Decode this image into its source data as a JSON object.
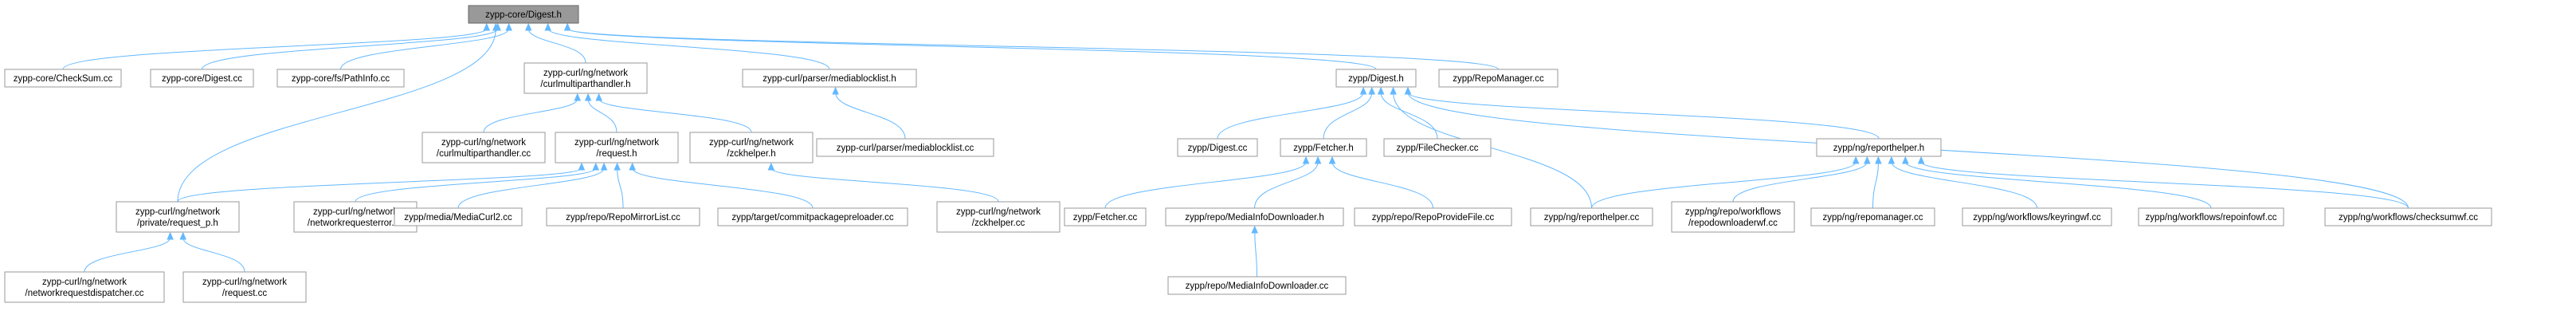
{
  "graph": {
    "nodes": [
      {
        "id": "n0",
        "lines": [
          "zypp-core/Digest.h"
        ],
        "root": true
      },
      {
        "id": "n1",
        "lines": [
          "zypp-core/CheckSum.cc"
        ]
      },
      {
        "id": "n2",
        "lines": [
          "zypp-core/Digest.cc"
        ]
      },
      {
        "id": "n3",
        "lines": [
          "zypp-core/fs/PathInfo.cc"
        ]
      },
      {
        "id": "n4",
        "lines": [
          "zypp-curl/ng/network",
          "/curlmultiparthandler.h"
        ]
      },
      {
        "id": "n5",
        "lines": [
          "zypp-curl/parser/mediablocklist.h"
        ]
      },
      {
        "id": "n6",
        "lines": [
          "zypp/Digest.h"
        ]
      },
      {
        "id": "n7",
        "lines": [
          "zypp/RepoManager.cc"
        ]
      },
      {
        "id": "n8",
        "lines": [
          "zypp-curl/ng/network",
          "/curlmultiparthandler.cc"
        ]
      },
      {
        "id": "n9",
        "lines": [
          "zypp-curl/ng/network",
          "/request.h"
        ]
      },
      {
        "id": "n10",
        "lines": [
          "zypp-curl/ng/network",
          "/zckhelper.h"
        ]
      },
      {
        "id": "n11",
        "lines": [
          "zypp-curl/parser/mediablocklist.cc"
        ]
      },
      {
        "id": "n12",
        "lines": [
          "zypp/Digest.cc"
        ]
      },
      {
        "id": "n13",
        "lines": [
          "zypp/Fetcher.h"
        ]
      },
      {
        "id": "n14",
        "lines": [
          "zypp/FileChecker.cc"
        ]
      },
      {
        "id": "n15",
        "lines": [
          "zypp/ng/reporthelper.h"
        ]
      },
      {
        "id": "n16",
        "lines": [
          "zypp-curl/ng/network",
          "/private/request_p.h"
        ]
      },
      {
        "id": "n17",
        "lines": [
          "zypp-curl/ng/network",
          "/networkrequesterror.cc"
        ]
      },
      {
        "id": "n18",
        "lines": [
          "zypp/media/MediaCurl2.cc"
        ]
      },
      {
        "id": "n19",
        "lines": [
          "zypp/repo/RepoMirrorList.cc"
        ]
      },
      {
        "id": "n20",
        "lines": [
          "zypp/target/commitpackagepreloader.cc"
        ]
      },
      {
        "id": "n21",
        "lines": [
          "zypp-curl/ng/network",
          "/zckhelper.cc"
        ]
      },
      {
        "id": "n22",
        "lines": [
          "zypp/Fetcher.cc"
        ]
      },
      {
        "id": "n23",
        "lines": [
          "zypp/repo/MediaInfoDownloader.h"
        ]
      },
      {
        "id": "n24",
        "lines": [
          "zypp/repo/RepoProvideFile.cc"
        ]
      },
      {
        "id": "n25",
        "lines": [
          "zypp/ng/reporthelper.cc"
        ]
      },
      {
        "id": "n26",
        "lines": [
          "zypp/ng/repo/workflows",
          "/repodownloaderwf.cc"
        ]
      },
      {
        "id": "n27",
        "lines": [
          "zypp/ng/repomanager.cc"
        ]
      },
      {
        "id": "n28",
        "lines": [
          "zypp/ng/workflows/keyringwf.cc"
        ]
      },
      {
        "id": "n29",
        "lines": [
          "zypp/ng/workflows/repoinfowf.cc"
        ]
      },
      {
        "id": "n30",
        "lines": [
          "zypp/ng/workflows/checksumwf.cc"
        ]
      },
      {
        "id": "n31",
        "lines": [
          "zypp-curl/ng/network",
          "/networkrequestdispatcher.cc"
        ]
      },
      {
        "id": "n32",
        "lines": [
          "zypp-curl/ng/network",
          "/request.cc"
        ]
      },
      {
        "id": "n33",
        "lines": [
          "zypp/repo/MediaInfoDownloader.cc"
        ]
      }
    ],
    "edges": [
      [
        "n1",
        "n0"
      ],
      [
        "n2",
        "n0"
      ],
      [
        "n3",
        "n0"
      ],
      [
        "n4",
        "n0"
      ],
      [
        "n5",
        "n0"
      ],
      [
        "n6",
        "n0"
      ],
      [
        "n7",
        "n0"
      ],
      [
        "n16",
        "n0"
      ],
      [
        "n8",
        "n4"
      ],
      [
        "n9",
        "n4"
      ],
      [
        "n10",
        "n4"
      ],
      [
        "n11",
        "n5"
      ],
      [
        "n12",
        "n6"
      ],
      [
        "n13",
        "n6"
      ],
      [
        "n14",
        "n6"
      ],
      [
        "n15",
        "n6"
      ],
      [
        "n25",
        "n6"
      ],
      [
        "n30",
        "n6"
      ],
      [
        "n16",
        "n9"
      ],
      [
        "n17",
        "n9"
      ],
      [
        "n18",
        "n9"
      ],
      [
        "n19",
        "n9"
      ],
      [
        "n20",
        "n9"
      ],
      [
        "n21",
        "n10"
      ],
      [
        "n22",
        "n13"
      ],
      [
        "n23",
        "n13"
      ],
      [
        "n24",
        "n13"
      ],
      [
        "n25",
        "n15"
      ],
      [
        "n26",
        "n15"
      ],
      [
        "n27",
        "n15"
      ],
      [
        "n28",
        "n15"
      ],
      [
        "n29",
        "n15"
      ],
      [
        "n30",
        "n15"
      ],
      [
        "n31",
        "n16"
      ],
      [
        "n32",
        "n16"
      ],
      [
        "n33",
        "n23"
      ]
    ]
  }
}
